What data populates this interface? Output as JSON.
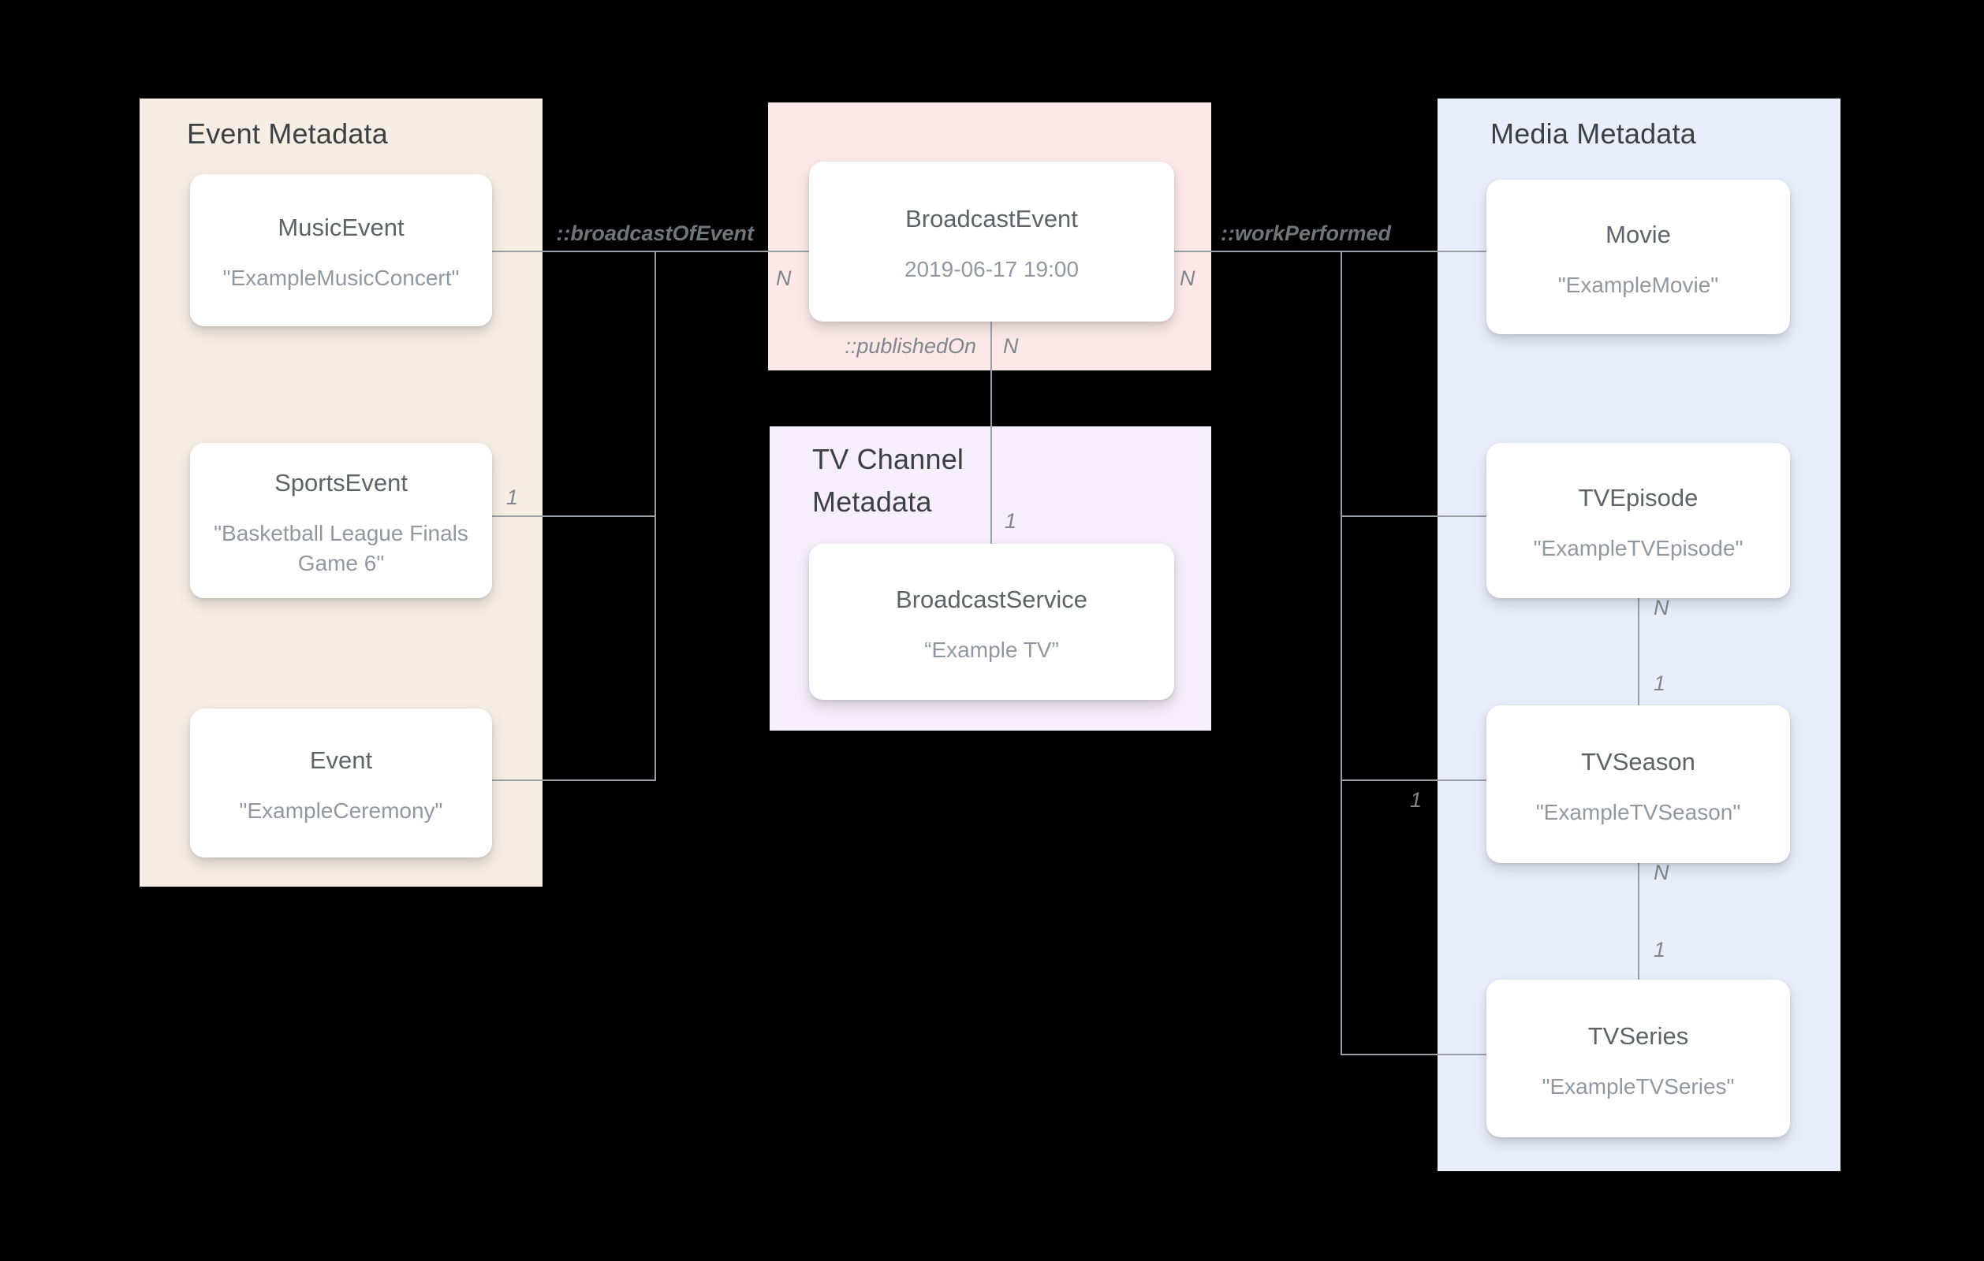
{
  "diagram": {
    "background_color": "#000000",
    "line_color": "#9AA0A6",
    "panels": {
      "event": {
        "title": "Event Metadata",
        "color": "#F6EDE5"
      },
      "broadcast": {
        "color": "#FCE9E7"
      },
      "tv_channel": {
        "title": "TV Channel Metadata",
        "color": "#F6EEFA"
      },
      "media": {
        "title": "Media Metadata",
        "color": "#E8EEFB"
      }
    },
    "cards": {
      "music_event": {
        "title": "MusicEvent",
        "subtitle": "\"ExampleMusicConcert\""
      },
      "sports_event": {
        "title": "SportsEvent",
        "subtitle": "\"Basketball League Finals Game 6\""
      },
      "event": {
        "title": "Event",
        "subtitle": "\"ExampleCeremony\""
      },
      "broadcast_event": {
        "title": "BroadcastEvent",
        "subtitle": "2019-06-17 19:00"
      },
      "broadcast_service": {
        "title": "BroadcastService",
        "subtitle": "“Example TV”"
      },
      "movie": {
        "title": "Movie",
        "subtitle": "\"ExampleMovie\""
      },
      "tv_episode": {
        "title": "TVEpisode",
        "subtitle": "\"ExampleTVEpisode\""
      },
      "tv_season": {
        "title": "TVSeason",
        "subtitle": "\"ExampleTVSeason\""
      },
      "tv_series": {
        "title": "TVSeries",
        "subtitle": "\"ExampleTVSeries\""
      }
    },
    "edge_labels": {
      "broadcast_of_event": "::broadcastOfEvent",
      "work_performed": "::workPerformed",
      "published_on": "::publishedOn",
      "n_broadcast_left": "N",
      "n_broadcast_right": "N",
      "n_published": "N",
      "one_service": "1",
      "one_sports": "1",
      "one_season": "1",
      "n_episode_season": "N",
      "one_episode_season": "1",
      "n_season_series": "N",
      "one_season_series": "1"
    }
  }
}
